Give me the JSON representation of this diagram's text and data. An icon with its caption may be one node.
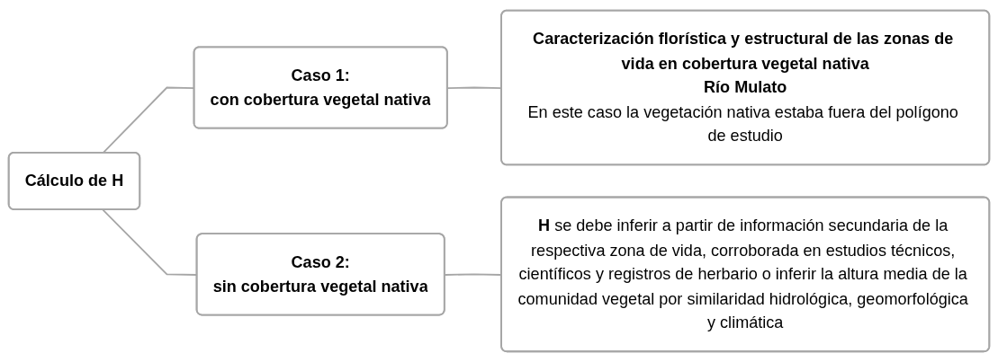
{
  "diagram": {
    "nodes": [
      {
        "text": [
          "Cálculo de H"
        ]
      },
      {
        "text": [
          "Caso 1:",
          "con cobertura vegetal nativa"
        ]
      },
      {
        "text": [
          "Caso 2:",
          "sin cobertura vegetal nativa"
        ]
      },
      {
        "text": [
          "Caracterización florística y estructural de las zonas de vida en cobertura vegetal nativa",
          "Río Mulato",
          "En este caso la vegetación nativa estaba fuera del polígono de estudio"
        ]
      },
      {
        "text": [
          "**H** se debe inferir a partir de información secundaria de la respectiva zona de vida, corroborada en estudios técnicos, científicos y registros de herbario o inferir la altura media de la comunidad vegetal por similaridad hidrológica, geomorfológica y climática"
        ]
      }
    ],
    "edges": [
      {
        "from": 0,
        "to": 1,
        "arrow": "none"
      },
      {
        "from": 0,
        "to": 2,
        "arrow": "none"
      },
      {
        "from": 1,
        "to": 3,
        "arrow": "none"
      },
      {
        "from": 2,
        "to": 4,
        "arrow": "none"
      }
    ]
  }
}
